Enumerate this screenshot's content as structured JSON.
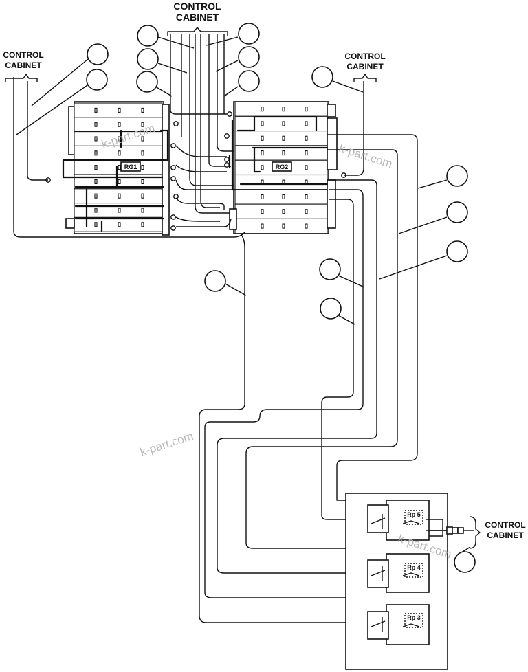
{
  "labels": {
    "control_cabinet_top": [
      "CONTROL",
      "CABINET"
    ],
    "control_cabinet_left": [
      "CONTROL",
      "CABINET"
    ],
    "control_cabinet_right_top": [
      "CONTROL",
      "CABINET"
    ],
    "control_cabinet_right": [
      "CONTROL",
      "CABINET"
    ]
  },
  "relay_groups": {
    "rg1": "RG1",
    "rg2": "RG2"
  },
  "relays": {
    "rp5": "Rp 5",
    "rp4": "Rp 4",
    "rp3": "Rp 3"
  },
  "watermark": "k-part.com"
}
